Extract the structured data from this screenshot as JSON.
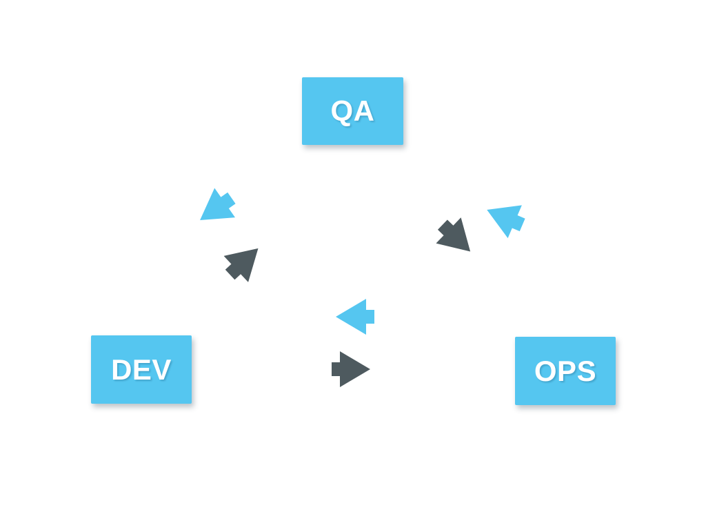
{
  "diagram": {
    "nodes": [
      {
        "id": "qa",
        "label": "QA"
      },
      {
        "id": "dev",
        "label": "DEV"
      },
      {
        "id": "ops",
        "label": "OPS"
      }
    ],
    "arrows": [
      {
        "id": "qa-to-dev",
        "color": "#55C6F0",
        "direction": "down-left"
      },
      {
        "id": "dev-to-qa",
        "color": "#4E5A5F",
        "direction": "up-right"
      },
      {
        "id": "ops-to-qa",
        "color": "#55C6F0",
        "direction": "up-left"
      },
      {
        "id": "qa-to-ops",
        "color": "#4E5A5F",
        "direction": "down-right"
      },
      {
        "id": "ops-to-dev",
        "color": "#55C6F0",
        "direction": "left"
      },
      {
        "id": "dev-to-ops",
        "color": "#4E5A5F",
        "direction": "right"
      }
    ],
    "colors": {
      "background": "#FFFFFF",
      "node_fill": "#55C6F0",
      "node_text": "#FFFFFF",
      "arrow_blue": "#55C6F0",
      "arrow_gray": "#4E5A5F"
    }
  }
}
